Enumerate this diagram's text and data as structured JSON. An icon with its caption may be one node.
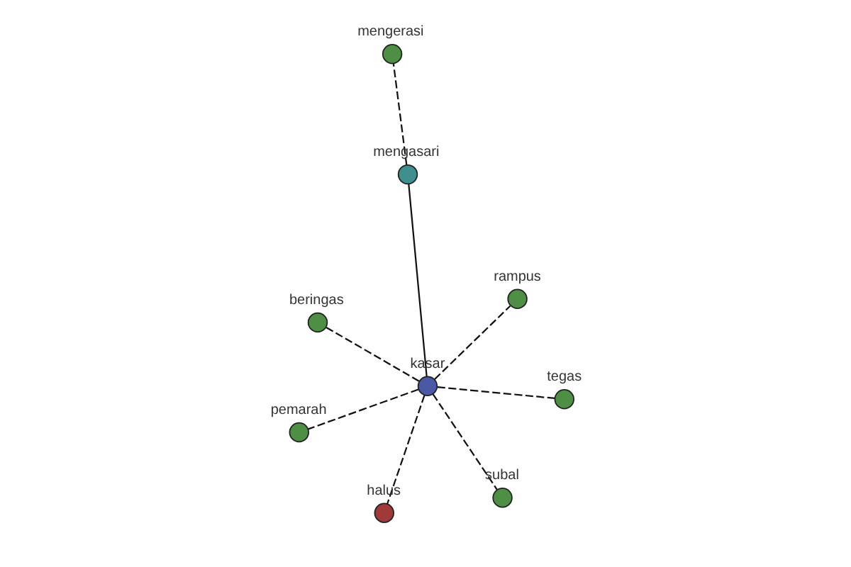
{
  "diagram": {
    "nodes": [
      {
        "text": [
          "mengerasi"
        ]
      },
      {
        "text": [
          "mengasari"
        ]
      },
      {
        "text": [
          "subal"
        ]
      },
      {
        "text": [
          "rampus"
        ]
      },
      {
        "text": [
          "kasar"
        ]
      },
      {
        "text": [
          "beringas"
        ]
      },
      {
        "text": [
          "pemarah"
        ]
      },
      {
        "text": [
          "tegas"
        ]
      },
      {
        "text": [
          "halus"
        ]
      }
    ],
    "edges": [
      {
        "from": 4,
        "to": 1,
        "arrow": "none"
      },
      {
        "from": 1,
        "to": 0,
        "arrow": "none",
        "style": "dashed"
      },
      {
        "from": 4,
        "to": 2,
        "arrow": "none",
        "style": "dashed"
      },
      {
        "from": 4,
        "to": 3,
        "arrow": "none",
        "style": "dashed"
      },
      {
        "from": 4,
        "to": 5,
        "arrow": "none",
        "style": "dashed"
      },
      {
        "from": 4,
        "to": 6,
        "arrow": "none",
        "style": "dashed"
      },
      {
        "from": 4,
        "to": 7,
        "arrow": "none",
        "style": "dashed"
      },
      {
        "from": 4,
        "to": 8,
        "arrow": "none",
        "style": "dashed"
      }
    ]
  }
}
